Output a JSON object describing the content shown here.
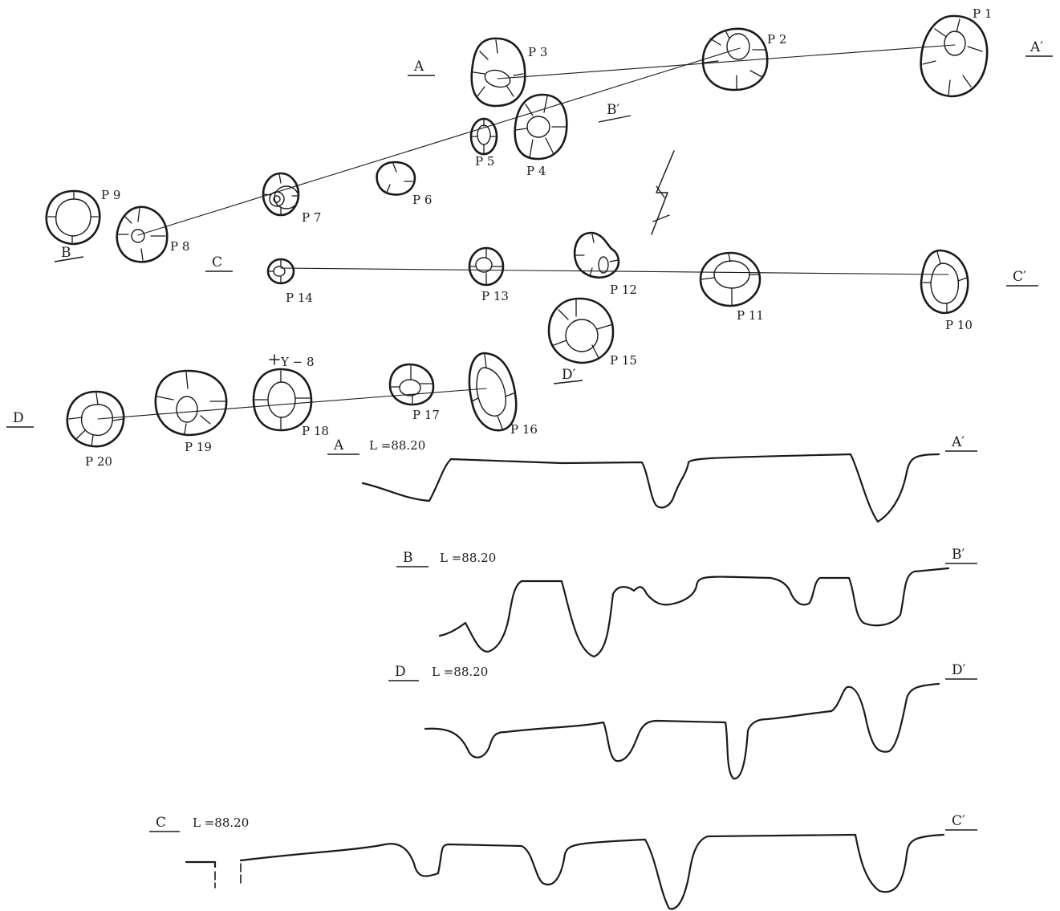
{
  "pits": [
    "P 1",
    "P 2",
    "P 3",
    "P 4",
    "P 5",
    "P 6",
    "P 7",
    "P 8",
    "P 9",
    "P 10",
    "P 11",
    "P 12",
    "P 13",
    "P 14",
    "P 15",
    "P 16",
    "P 17",
    "P 18",
    "P 19",
    "P 20"
  ],
  "section_labels": {
    "a": "A",
    "a_prime": "A′",
    "b": "B",
    "b_prime": "B′",
    "c": "C",
    "c_prime": "C′",
    "d": "D",
    "d_prime": "D′"
  },
  "datum_marker": "Y − 8",
  "profiles": [
    {
      "start": "A",
      "end": "A′",
      "level": "L =88.20"
    },
    {
      "start": "B",
      "end": "B′",
      "level": "L =88.20"
    },
    {
      "start": "D",
      "end": "D′",
      "level": "L =88.20"
    },
    {
      "start": "C",
      "end": "C′",
      "level": "L =88.20"
    }
  ]
}
